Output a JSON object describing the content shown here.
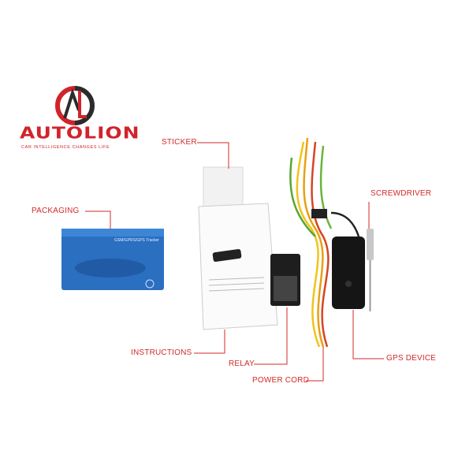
{
  "logo": {
    "name": "AUTOLION",
    "tagline": "CAR INTELLIGENCE CHANGES LIFE",
    "monogram": "AL"
  },
  "packaging_text": "GSM/GPRS/GPS Tracker",
  "labels": {
    "sticker": "STICKER",
    "packaging": "PACKAGING",
    "screwdriver": "SCREWDRIVER",
    "instructions": "INSTRUCTIONS",
    "relay": "RELAY",
    "power_cord": "POWER CORD",
    "gps_device": "GPS DEVICE"
  },
  "colors": {
    "accent": "#d32a2a",
    "logo_dark": "#2b2b2b",
    "box_blue": "#2a6fc0"
  }
}
